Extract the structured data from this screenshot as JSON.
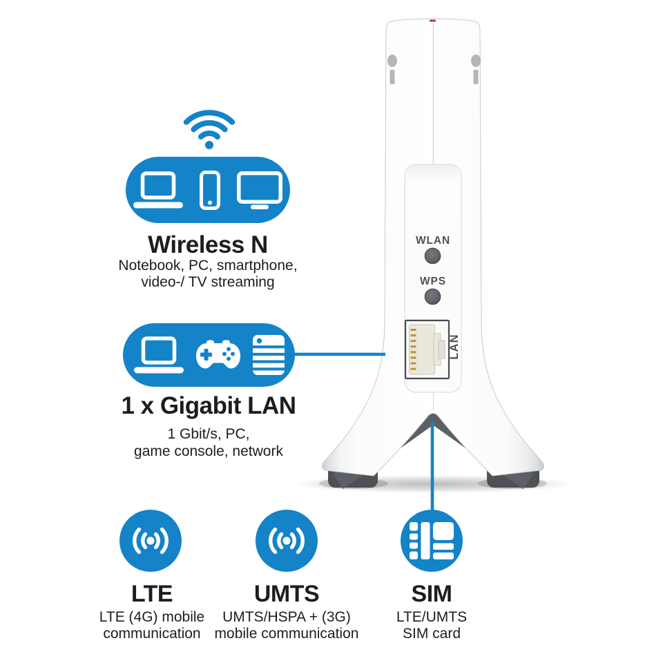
{
  "colors": {
    "brand_blue": "#1483C8",
    "text": "#1d1d1b",
    "device_dark_gray": "#5c6065",
    "device_label_gray": "#4d5156"
  },
  "callouts": {
    "wireless": {
      "icon": "wifi-signal-icon",
      "pill_icons": [
        "notebook-icon",
        "smartphone-icon",
        "tv-icon"
      ],
      "title": "Wireless N",
      "desc_line1": "Notebook, PC, smartphone,",
      "desc_line2": "video-/ TV streaming"
    },
    "gigabit_lan": {
      "pill_icons": [
        "notebook-icon",
        "game-controller-icon",
        "network-server-icon"
      ],
      "title": "1 x Gigabit LAN",
      "desc_line1": "1 Gbit/s, PC,",
      "desc_line2": "game console, network"
    },
    "lte": {
      "icon": "radio-signal-icon",
      "title": "LTE",
      "desc_line1": "LTE (4G) mobile",
      "desc_line2": "communication"
    },
    "umts": {
      "icon": "radio-signal-icon",
      "title": "UMTS",
      "desc_line1": "UMTS/HSPA + (3G)",
      "desc_line2": "mobile communication"
    },
    "sim": {
      "icon": "sim-card-icon",
      "title": "SIM",
      "desc_line1": "LTE/UMTS",
      "desc_line2": "SIM card"
    }
  },
  "device": {
    "name": "wireless-router-side-view",
    "labels": {
      "wlan_button": "WLAN",
      "wps_button": "WPS",
      "lan_port": "LAN"
    }
  }
}
